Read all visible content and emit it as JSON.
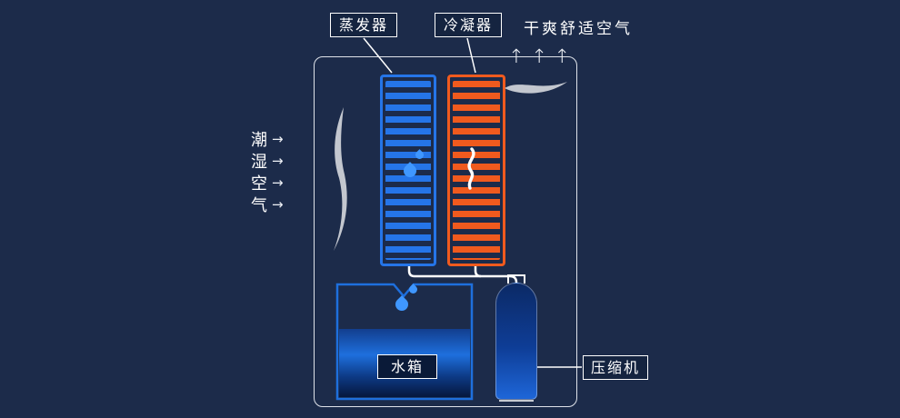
{
  "title": "dehumidifier-principle-diagram",
  "colors": {
    "background": "#1c2b4a",
    "outline": "#dfe3ea",
    "evaporator_coil": "#2575e8",
    "condenser_coil": "#f05a1e",
    "water": "#1e6fdd",
    "droplet": "#3f97ff",
    "fan_blade": "#c3c7cf",
    "text": "#ffffff"
  },
  "callouts": {
    "evaporator": "蒸发器",
    "condenser": "冷凝器",
    "water_tank": "水箱",
    "compressor": "压缩机"
  },
  "dry_air": {
    "label": "干爽舒适空气",
    "arrows": [
      "↑",
      "↑",
      "↑"
    ]
  },
  "humid_air": {
    "rows": [
      {
        "char": "潮",
        "arrow": "→"
      },
      {
        "char": "湿",
        "arrow": "→"
      },
      {
        "char": "空",
        "arrow": "→"
      },
      {
        "char": "气",
        "arrow": "→"
      }
    ]
  }
}
